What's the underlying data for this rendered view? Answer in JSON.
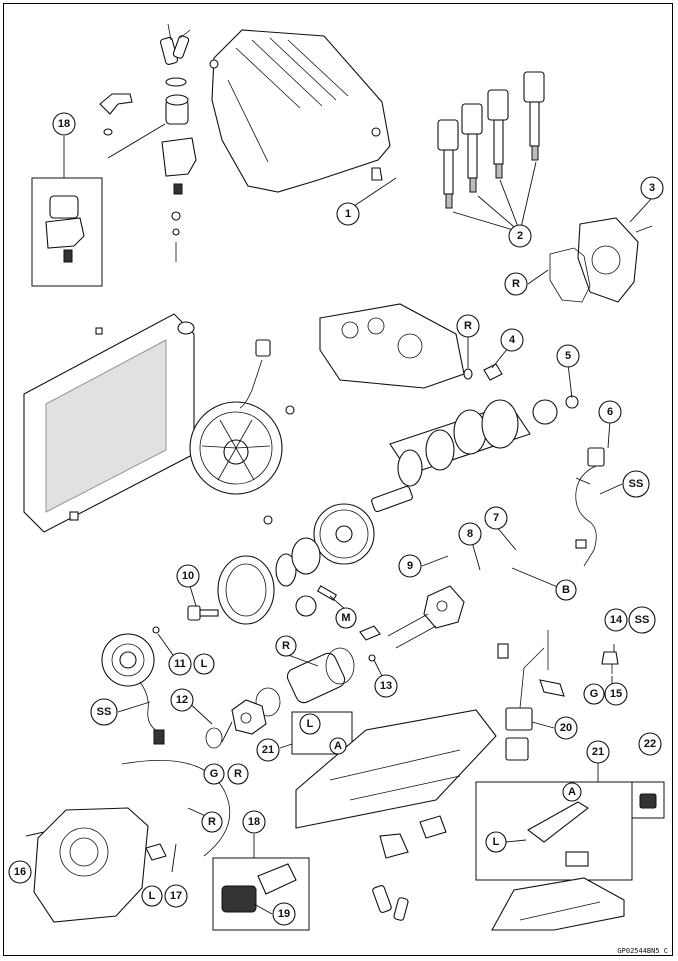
{
  "figure_code": "GP02544BN5 C",
  "callouts": [
    {
      "id": "c-18a",
      "label": "18"
    },
    {
      "id": "c-1",
      "label": "1"
    },
    {
      "id": "c-2",
      "label": "2"
    },
    {
      "id": "c-3",
      "label": "3"
    },
    {
      "id": "c-R1",
      "label": "R"
    },
    {
      "id": "c-R2",
      "label": "R"
    },
    {
      "id": "c-4",
      "label": "4"
    },
    {
      "id": "c-5",
      "label": "5"
    },
    {
      "id": "c-6",
      "label": "6"
    },
    {
      "id": "c-SS1",
      "label": "SS"
    },
    {
      "id": "c-7",
      "label": "7"
    },
    {
      "id": "c-8",
      "label": "8"
    },
    {
      "id": "c-9",
      "label": "9"
    },
    {
      "id": "c-B",
      "label": "B"
    },
    {
      "id": "c-10",
      "label": "10"
    },
    {
      "id": "c-M",
      "label": "M"
    },
    {
      "id": "c-14",
      "label": "14"
    },
    {
      "id": "c-SS2",
      "label": "SS"
    },
    {
      "id": "c-R3",
      "label": "R"
    },
    {
      "id": "c-11",
      "label": "11"
    },
    {
      "id": "c-L1",
      "label": "L"
    },
    {
      "id": "c-13",
      "label": "13"
    },
    {
      "id": "c-G1",
      "label": "G"
    },
    {
      "id": "c-15",
      "label": "15"
    },
    {
      "id": "c-12",
      "label": "12"
    },
    {
      "id": "c-SS3",
      "label": "SS"
    },
    {
      "id": "c-L2",
      "label": "L"
    },
    {
      "id": "c-A1",
      "label": "A"
    },
    {
      "id": "c-20",
      "label": "20"
    },
    {
      "id": "c-21a",
      "label": "21"
    },
    {
      "id": "c-G2",
      "label": "G"
    },
    {
      "id": "c-R4",
      "label": "R"
    },
    {
      "id": "c-21b",
      "label": "21"
    },
    {
      "id": "c-22",
      "label": "22"
    },
    {
      "id": "c-A2",
      "label": "A"
    },
    {
      "id": "c-R5",
      "label": "R"
    },
    {
      "id": "c-18b",
      "label": "18"
    },
    {
      "id": "c-L3",
      "label": "L"
    },
    {
      "id": "c-16",
      "label": "16"
    },
    {
      "id": "c-L4",
      "label": "L"
    },
    {
      "id": "c-17",
      "label": "17"
    },
    {
      "id": "c-19",
      "label": "19"
    }
  ]
}
